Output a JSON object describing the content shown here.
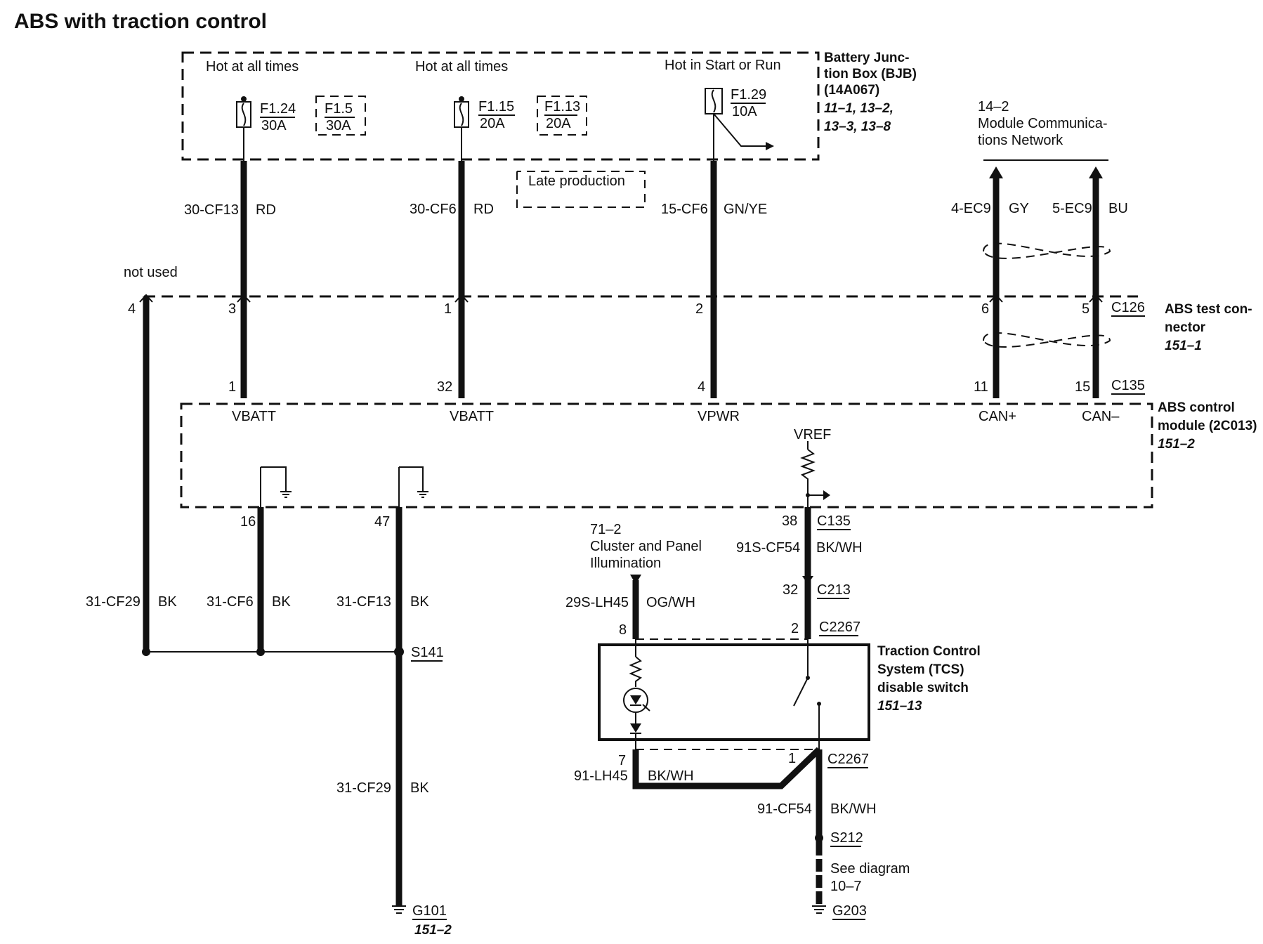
{
  "title": "ABS with traction control",
  "bjb": {
    "label": [
      "Battery Junc-",
      "tion Box (BJB)",
      "(14A067)"
    ],
    "refs": [
      "11–1, 13–2,",
      "13–3, 13–8"
    ],
    "hot_always_1": "Hot at all times",
    "hot_always_2": "Hot at all times",
    "hot_start_run": "Hot in Start or Run",
    "fuses": [
      {
        "id": "F1.24",
        "rating": "30A"
      },
      {
        "id": "F1.5",
        "rating": "30A"
      },
      {
        "id": "F1.15",
        "rating": "20A"
      },
      {
        "id": "F1.13",
        "rating": "20A"
      },
      {
        "id": "F1.29",
        "rating": "10A"
      }
    ],
    "late_production": "Late production"
  },
  "network": {
    "ref": "14–2",
    "label": [
      "Module Communica-",
      "tions Network"
    ]
  },
  "wires": {
    "w1": {
      "circuit": "30-CF13",
      "color": "RD"
    },
    "w2": {
      "circuit": "30-CF6",
      "color": "RD"
    },
    "w3": {
      "circuit": "15-CF6",
      "color": "GN/YE"
    },
    "w4": {
      "circuit": "4-EC9",
      "color": "GY"
    },
    "w5": {
      "circuit": "5-EC9",
      "color": "BU"
    },
    "g1": {
      "circuit": "31-CF29",
      "color": "BK"
    },
    "g2": {
      "circuit": "31-CF6",
      "color": "BK"
    },
    "g3": {
      "circuit": "31-CF13",
      "color": "BK"
    },
    "g4": {
      "circuit": "31-CF29",
      "color": "BK"
    },
    "s1": {
      "circuit": "91S-CF54",
      "color": "BK/WH"
    },
    "il": {
      "circuit": "29S-LH45",
      "color": "OG/WH"
    },
    "lh": {
      "circuit": "91-LH45",
      "color": "BK/WH"
    },
    "cf": {
      "circuit": "91-CF54",
      "color": "BK/WH"
    }
  },
  "not_used": "not used",
  "test_connector": {
    "label": [
      "ABS test con-",
      "nector"
    ],
    "ref": "151–1",
    "id": "C126",
    "pins": {
      "p4": "4",
      "p3": "3",
      "p1": "1",
      "p2": "2",
      "p6": "6",
      "p5": "5"
    }
  },
  "module": {
    "label": [
      "ABS control",
      "module (2C013)"
    ],
    "ref": "151–2",
    "id": "C135",
    "pins_top": {
      "p1": "1",
      "p32": "32",
      "p4": "4",
      "p11": "11",
      "p15": "15"
    },
    "signals": {
      "vbatt1": "VBATT",
      "vbatt2": "VBATT",
      "vpwr": "VPWR",
      "canp": "CAN+",
      "canm": "CAN–",
      "vref": "VREF"
    },
    "pins_bottom": {
      "p16": "16",
      "p47": "47",
      "p38": "38"
    }
  },
  "c213": {
    "id": "C213",
    "pin": "32"
  },
  "c2267": {
    "id": "C2267",
    "pin_top_left": "8",
    "pin_top_right": "2",
    "pin_bot_left": "7",
    "pin_bot_right": "1"
  },
  "illumination": {
    "ref": "71–2",
    "label": [
      "Cluster and Panel",
      "Illumination"
    ]
  },
  "tcs_switch": {
    "label": [
      "Traction Control",
      "System (TCS)",
      "disable switch"
    ],
    "ref": "151–13"
  },
  "splices": {
    "s141": "S141",
    "s212": "S212"
  },
  "see_diagram": [
    "See diagram",
    "10–7"
  ],
  "grounds": {
    "g101": "G101",
    "g101_ref": "151–2",
    "g203": "G203"
  }
}
